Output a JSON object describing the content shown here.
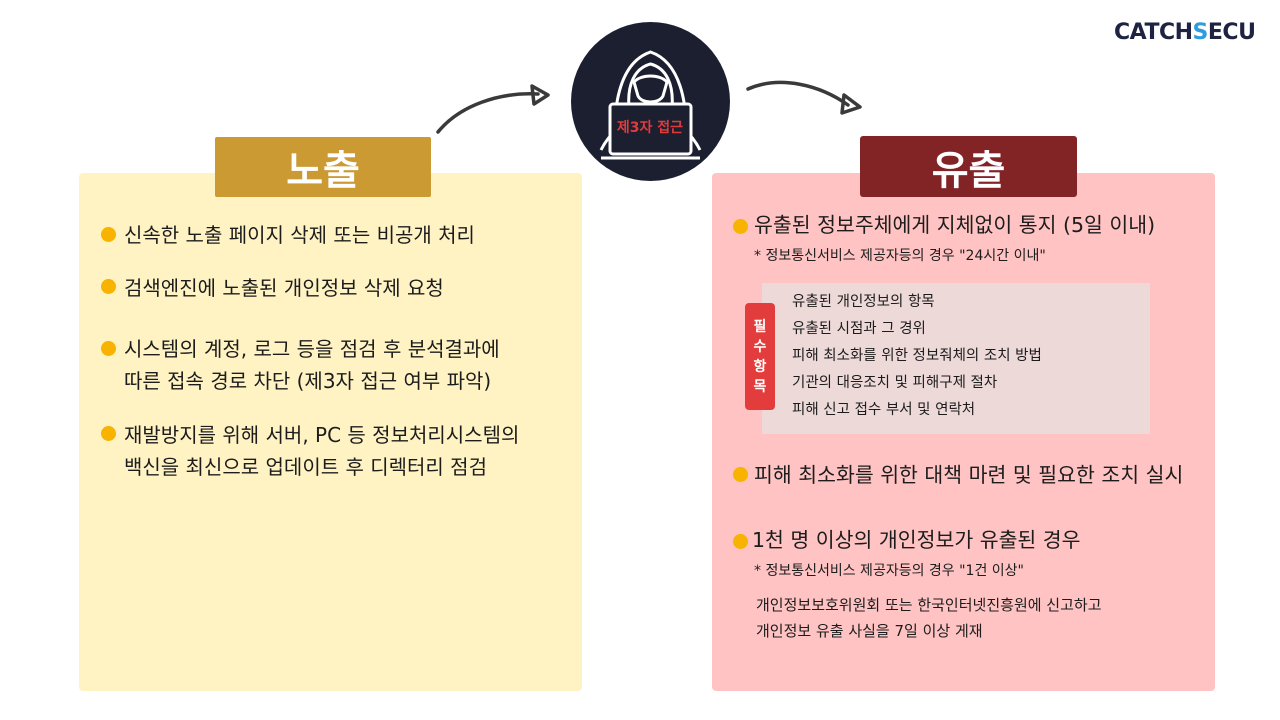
{
  "logo": {
    "prefix": "CATCH",
    "accent": "S",
    "suffix": "ECU",
    "accent_color": "#2f9be0"
  },
  "center": {
    "label": "제3자 접근"
  },
  "exposure": {
    "title": "노출",
    "items": [
      [
        "신속한 노출 페이지 삭제 또는 비공개 처리"
      ],
      [
        "검색엔진에 노출된 개인정보 삭제 요청"
      ],
      [
        "시스템의 계정, 로그 등을 점검 후 분석결과에",
        "따른 접속 경로 차단 (제3자 접근 여부 파악)"
      ],
      [
        "재발방지를 위해 서버, PC 등 정보처리시스템의",
        "백신을 최신으로 업데이트 후 디렉터리 점검"
      ]
    ]
  },
  "leak": {
    "title": "유출",
    "item1": "유출된 정보주체에게 지체없이 통지 (5일 이내)",
    "note1": "* 정보통신서비스 제공자등의 경우 \"24시간 이내\"",
    "required_tag": [
      "필",
      "수",
      "항",
      "목"
    ],
    "required_items": [
      "유출된 개인정보의 항목",
      "유출된 시점과 그 경위",
      "피해 최소화를 위한 정보줘체의 조치 방법",
      "기관의 대응조치 및 피해구제 절차",
      "피해 신고 접수 부서 및 연락처"
    ],
    "item2": "피해 최소화를 위한 대책 마련 및 필요한 조치 실시",
    "item3": "1천 명 이상의 개인정보가 유출된 경우",
    "note3": "* 정보통신서비스 제공자등의 경우 \"1건 이상\"",
    "sub3": [
      "개인정보보호위원회 또는 한국인터넷진흥원에 신고하고",
      "개인정보 유출 사실을 7일 이상 게재"
    ]
  },
  "colors": {
    "exposure_header": "#cb9a33",
    "exposure_panel": "#fff3c4",
    "leak_header": "#822426",
    "leak_panel": "#ffc3c3",
    "bullet": "#f7b300",
    "required_tag": "#e23c3c"
  }
}
